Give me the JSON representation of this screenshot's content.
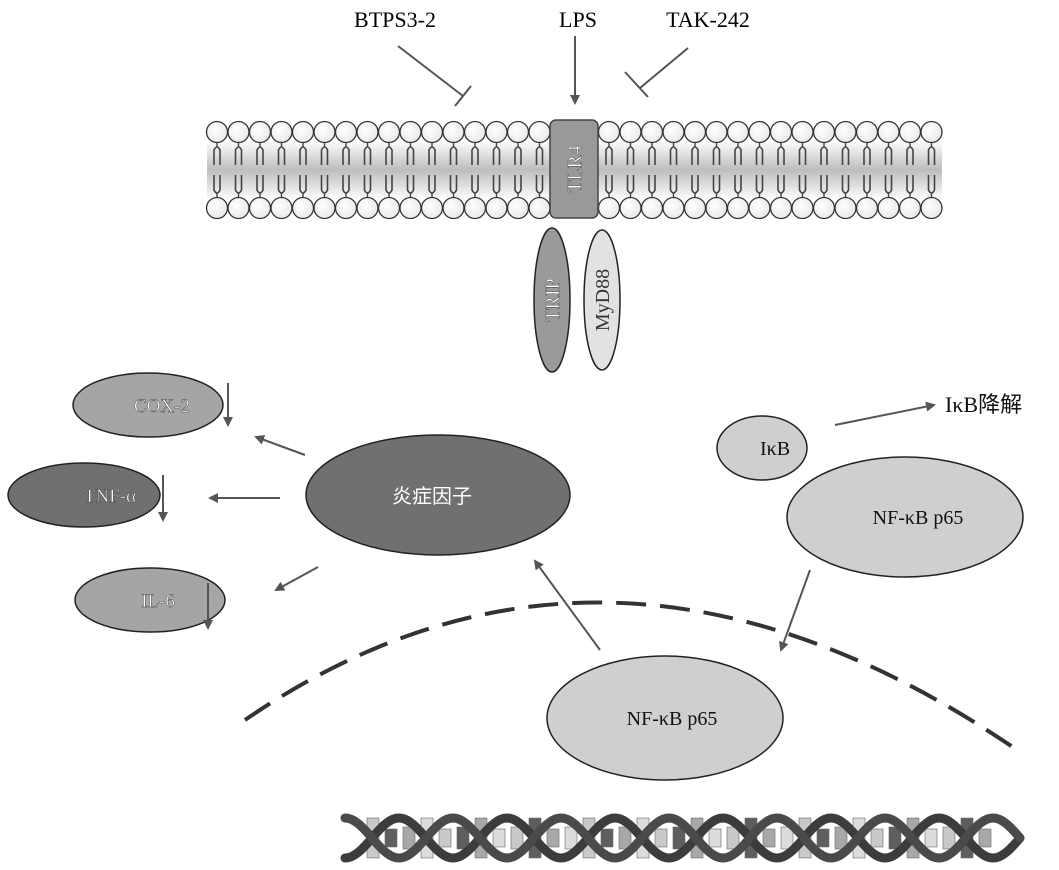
{
  "labels": {
    "btps": "BTPS3-2",
    "lps": "LPS",
    "tak": "TAK-242",
    "tlr4": "TLR4",
    "trip": "TRIP",
    "myd88": "MyD88",
    "cox2": "COX-2",
    "tnf": "TNF-α",
    "il6": "IL-6",
    "inflammatory": "炎症因子",
    "ikb": "IκB",
    "ikb_degradation": "IκB降解",
    "nfkb_cyto": "NF-κB p65",
    "nfkb_nuc": "NF-κB p65"
  },
  "colors": {
    "dark": "#6e6e6e",
    "mid": "#a5a5a5",
    "light": "#cfcfcf",
    "lightest": "#e2e2e2",
    "arrow": "#555555"
  }
}
